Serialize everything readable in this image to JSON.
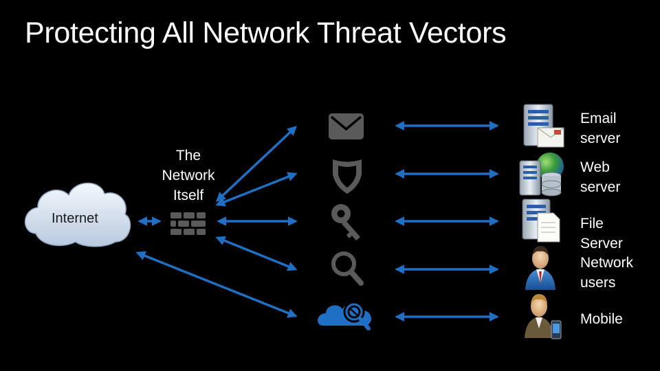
{
  "title": "Protecting All Network Threat Vectors",
  "labels": {
    "internet": "Internet",
    "network_line1": "The",
    "network_line2": "Network",
    "network_line3": "Itself"
  },
  "servers": [
    {
      "line1": "Email",
      "line2": "server",
      "icon": "email-server-icon"
    },
    {
      "line1": "Web",
      "line2": "server",
      "icon": "web-server-icon"
    },
    {
      "line1": "File",
      "line2": "Server",
      "icon": "file-server-icon"
    },
    {
      "line1": "Network",
      "line2": "users",
      "icon": "network-user-icon"
    },
    {
      "line1": "Mobile",
      "line2": "",
      "icon": "mobile-user-icon"
    }
  ],
  "vector_icons": [
    "mail-icon",
    "shield-icon",
    "key-icon",
    "magnifier-icon",
    "cloud-search-icon"
  ],
  "colors": {
    "arrow": "#1f6fc4",
    "glyph": "#5a5a5a",
    "cloud": "#d8e4f2",
    "text": "#ffffff"
  }
}
